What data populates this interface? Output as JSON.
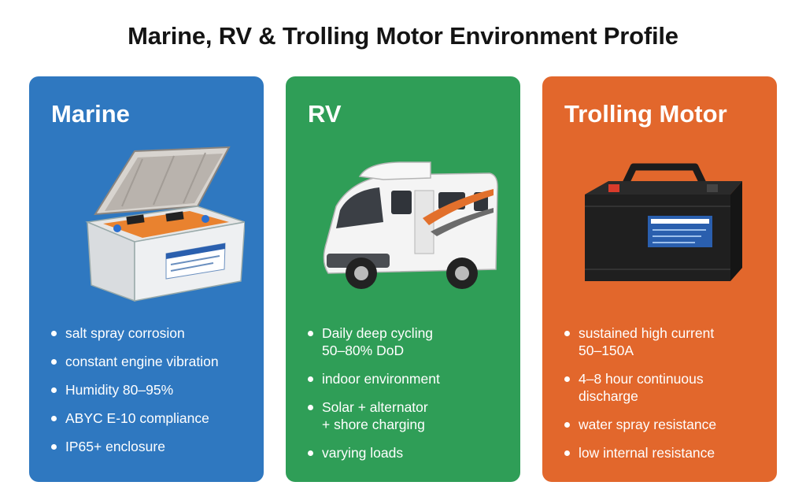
{
  "page": {
    "title": "Marine, RV & Trolling Motor Environment Profile"
  },
  "colors": {
    "marine": "#2f78c0",
    "rv": "#2f9e57",
    "trolling": "#e2672c"
  },
  "cards": [
    {
      "title": "Marine",
      "icon": "marine-battery-box-icon",
      "bullets": [
        [
          "salt spray corrosion"
        ],
        [
          "constant engine vibration"
        ],
        [
          "Humidity 80–95%"
        ],
        [
          "ABYC E-10 compliance"
        ],
        [
          "IP65+ enclosure"
        ]
      ]
    },
    {
      "title": "RV",
      "icon": "rv-motorhome-icon",
      "bullets": [
        [
          "Daily deep cycling",
          "50–80% DoD"
        ],
        [
          "indoor environment"
        ],
        [
          "Solar + alternator",
          "+ shore charging"
        ],
        [
          "varying loads"
        ]
      ]
    },
    {
      "title": "Trolling Motor",
      "icon": "trolling-motor-battery-icon",
      "bullets": [
        [
          "sustained high current",
          "50–150A"
        ],
        [
          "4–8 hour continuous",
          "discharge"
        ],
        [
          "water spray resistance"
        ],
        [
          "low internal resistance"
        ]
      ]
    }
  ]
}
